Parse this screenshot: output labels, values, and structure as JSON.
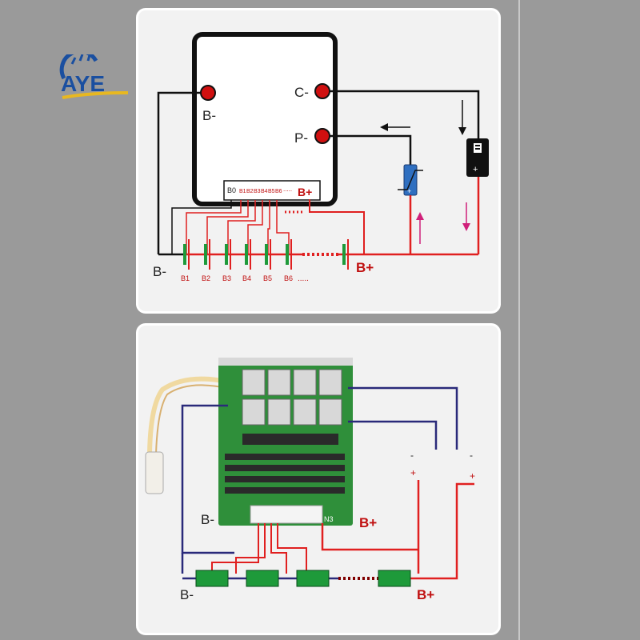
{
  "logo": {
    "text": "AYE"
  },
  "top_diagram": {
    "pin_b_minus": "B-",
    "pin_c_minus": "C-",
    "pin_p_minus": "P-",
    "balance_pins": [
      "B0",
      "B1",
      "B2",
      "B3",
      "B4",
      "B5",
      "B6",
      "....."
    ],
    "balance_b_plus": "B+",
    "main_b_minus": "B-",
    "main_b_plus": "B+",
    "cell_labels": [
      "B1",
      "B2",
      "B3",
      "B4",
      "B5",
      "B6",
      "....."
    ]
  },
  "bottom_diagram": {
    "board_b_minus": "B-",
    "board_b_plus": "B+",
    "connector_label": "N3",
    "bus_b_minus": "B-",
    "bus_b_plus": "B+",
    "supply_terminals": [
      "-",
      "+",
      "-",
      "+"
    ]
  },
  "colors": {
    "wire_red": "#e02020",
    "wire_black": "#111111",
    "wire_blue": "#2a2a7a",
    "pcb_green": "#2f8f3a",
    "cell_green": "#1e9a3a",
    "pin_red": "#d01010"
  }
}
